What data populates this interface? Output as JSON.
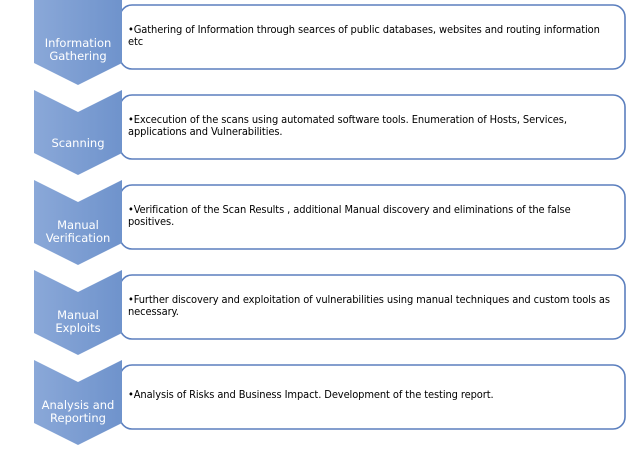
{
  "colors": {
    "chevron_fill": "#6f93cc",
    "chevron_fill_light": "#8aa8d8",
    "box_border": "#5b7fbe",
    "box_fill": "#ffffff",
    "label_text": "#ffffff",
    "body_text": "#000000"
  },
  "stages": [
    {
      "label": "Information\nGathering",
      "description": "•Gathering of Information through searces of public databases, websites and routing information etc"
    },
    {
      "label": "Scanning",
      "description": "•Excecution of the scans using automated software tools. Enumeration of Hosts, Services, applications and Vulnerabilities."
    },
    {
      "label": "Manual\nVerification",
      "description": "•Verification of the Scan Results , additional Manual discovery and eliminations of the false positives."
    },
    {
      "label": "Manual\nExploits",
      "description": "•Further discovery and exploitation of vulnerabilities using manual techniques and custom tools as necessary."
    },
    {
      "label": "Analysis and\nReporting",
      "description": "•Analysis of Risks and Business Impact. Development of the testing report."
    }
  ]
}
